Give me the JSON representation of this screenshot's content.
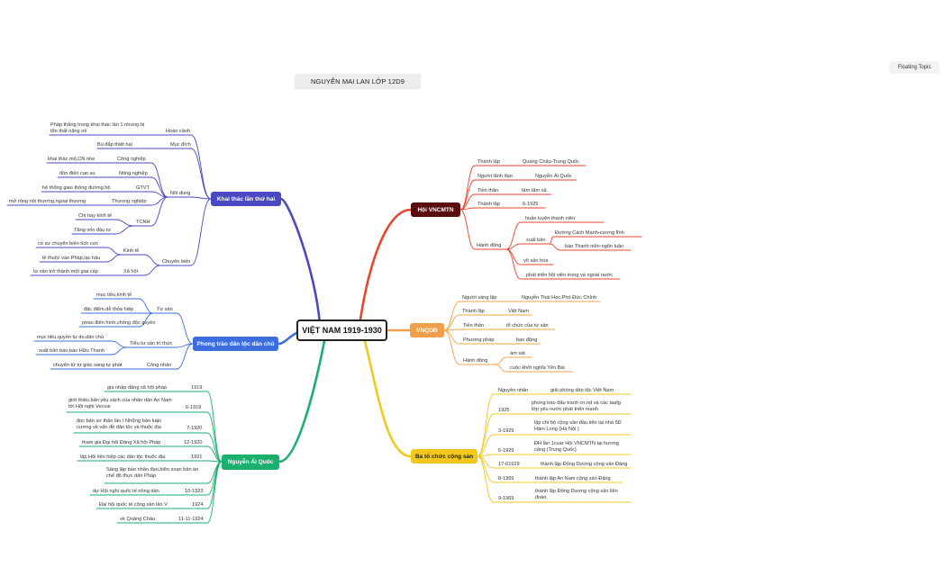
{
  "title": "NGUYỄN MAI LAN LỚP 12D9",
  "floating_topic": "Floating Topic",
  "central": "VIỆT NAM 1919-1930",
  "branches": {
    "khai_thac": {
      "title": "Khai thác lần thứ hai",
      "color": "#4a49c3",
      "hoan_canh": "Hoàn cảnh",
      "hoan_canh_detail": "Pháp thắng trong khai thác lần 1 nhưng bị tổn thất nặng nề",
      "muc_dich": "Mục đích",
      "muc_dich_detail": "Bù đắp thiệt hại",
      "noi_dung": "Nội dung",
      "cong_nghiep": "Công nghiệp",
      "cong_nghiep_detail": "khai thác mỏ,CN nhẹ",
      "nong_nghiep": "Nông nghiệp",
      "nong_nghiep_detail": "đồn điền cao su",
      "gtvt": "GTVT",
      "gtvt_detail": "hệ thống giao thông đường bộ",
      "thuong_nghiep": "Thương nghiệp",
      "thuong_nghiep_detail": "mở rộng nội thương,ngoại thương",
      "tcnh": "TCNH",
      "tcnh_detail1": "Chi hay kinh tế",
      "tcnh_detail2": "Tăng vốn đầu tư",
      "chuyen_bien": "Chuyển biến",
      "kinh_te": "Kinh tế",
      "kinh_te_detail1": "có sự chuyển biến tích cực",
      "kinh_te_detail2": "lệ thuộc vào Pháp,lạc hậu",
      "xa_hoi": "Xã hội",
      "xa_hoi_detail": "tư sản trở thành một giai cấp"
    },
    "phong_trao": {
      "title": "Phong trào dân tộc dân chủ",
      "color": "#3d6ee0",
      "tu_san": "Tư sản",
      "tu_san_d1": "mục tiêu,kinh tế",
      "tu_san_d2": "đặc điểm,dễ thỏa hiệp",
      "tu_san_d3": "ptrao điển hình,chống độc quyền",
      "tieu_tu_san": "Tiểu tư sản trí thức",
      "tts_d1": "mục tiêu,quyền tự do,dân chủ",
      "tts_d2": "xuất bản báo,báo Hữu Thanh",
      "cong_nhan": "Công nhân",
      "cn_d1": "chuyển từ tự giác sang tự phát"
    },
    "nguyen_ai_quoc": {
      "title": "Nguyễn Ái Quốc",
      "color": "#1aaf6c",
      "items": [
        {
          "text": "gia nhập đảng xã hội pháp",
          "date": "1919"
        },
        {
          "text": "giới thiệu bản yêu sách của nhân dân An Nam tới Hội nghị Vecxai",
          "date": "6-1919"
        },
        {
          "text": "đọc bản sơ thảo lần I Những bản luận cương về vấn đề dân tộc và thuộc địa",
          "date": "7-1920"
        },
        {
          "text": "tham gia Đại hội Đảng Xã hội Pháp",
          "date": "12-1920"
        },
        {
          "text": "lập Hội liên hiệp các dân tộc thuộc địa",
          "date": "1921"
        },
        {
          "text": "Sáng lập báo nhân đạo,biên soạn bản án chế độ thực dân Pháp",
          "date": ""
        },
        {
          "text": "dự Hội nghị quốc tế nông dân",
          "date": "10-1923"
        },
        {
          "text": "Đại hội quốc tế cộng sản lần V",
          "date": "1924"
        },
        {
          "text": "về Quảng Châu",
          "date": "11-11-1924"
        }
      ]
    },
    "hoi_vncmtn": {
      "title": "Hội VNCMTN",
      "color": "#e8452c",
      "thanh_lap": "Thành lập",
      "thanh_lap_v": "Quảng Châu-Trung Quốc",
      "nguoi_lanh_dao": "Người lãnh đạo",
      "nguoi_lanh_dao_v": "Nguyễn Ái Quốc",
      "tien_than": "Tiền thân",
      "tien_than_v": "tâm tâm xã",
      "thanh_lap2": "Thành lập",
      "thanh_lap2_v": "6-1925",
      "hanh_dong": "Hành động",
      "hd1": "huấn luyện thanh niên",
      "xuat_ban": "xuất bản",
      "xb1": "Đường Cách Mạnh-cương lĩnh",
      "xb2": "báo Thanh niên-ngôn luận",
      "hd3": "vô sản hóa",
      "hd4": "phát triển hội viên trong và ngoài nước"
    },
    "vnqdd": {
      "title": "VNQDĐ",
      "color": "#f0a04b",
      "nguoi_sang_lap": "Người sáng lập",
      "nguoi_sang_lap_v": "Nguyễn Thái Học,Phó Đức Chính",
      "thanh_lap": "Thành lập",
      "thanh_lap_v": "Việt Nam",
      "tien_than": "Tiền thân",
      "tien_than_v": "tổ chức của tư sản",
      "phuong_phap": "Phương pháp",
      "phuong_phap_v": "bạo động",
      "hanh_dong": "Hành động",
      "hd1": "ám sát",
      "hd2": "cuộc khởi nghĩa Yên Bái"
    },
    "ba_to_chuc": {
      "title": "Ba tổ chức cộng sản",
      "color": "#f2c81d",
      "nguyen_nhan": "Nguyên nhân",
      "nguyen_nhan_v": "giải phóng dân tộc Việt Nam",
      "items": [
        {
          "date": "1925",
          "text": "phong trào đấu tranh cn,nd và các taafg lớp yêu nước phát triển mạnh"
        },
        {
          "date": "3-1929",
          "text": "lập chi bộ cộng sản đầu tiên tại nhà 5D Hàm Long (Hà Nội )"
        },
        {
          "date": "5-1929",
          "text": "ĐH lần 1cuar Hội VNCMTN tại hương cảng (Trung Quốc)"
        },
        {
          "date": "17-61929",
          "text": "thành lập Đông Dương cộng sản Đảng"
        },
        {
          "date": "8-1969",
          "text": "thành lập An Nam cộng sản Đảng"
        },
        {
          "date": "9-1969",
          "text": "thành lập Đông Dương cộng sản liên đoàn"
        }
      ]
    }
  }
}
